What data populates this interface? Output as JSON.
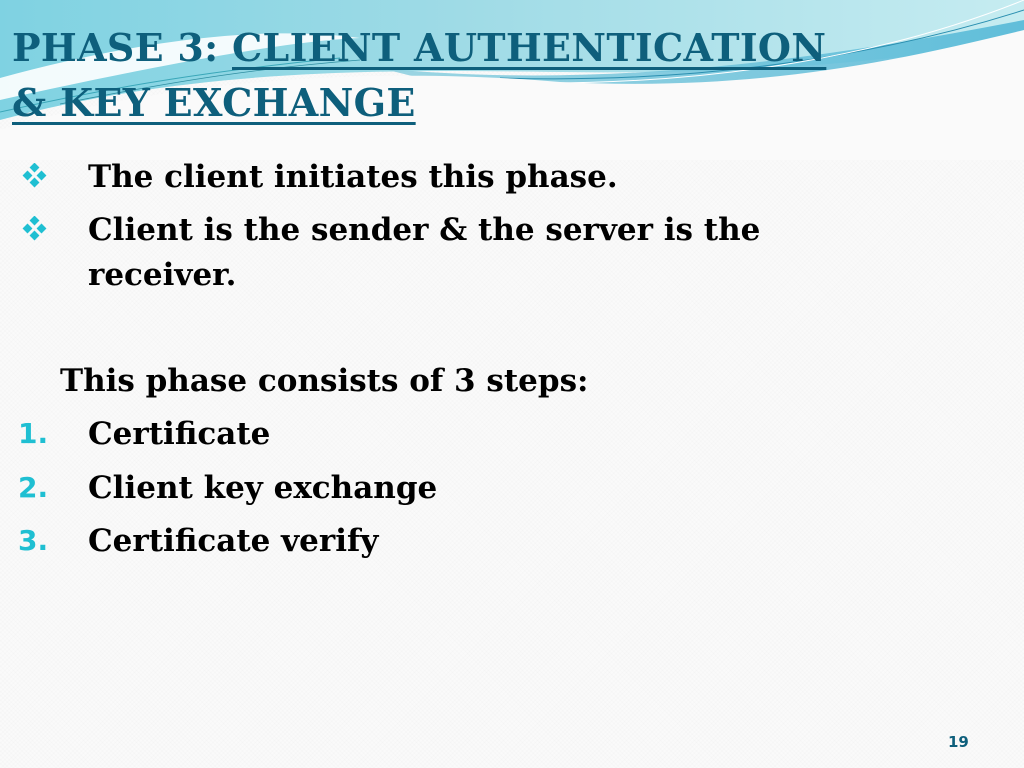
{
  "slide": {
    "title": {
      "prefix": "PHASE 3: ",
      "underlined_line1": "CLIENT AUTHENTICATION",
      "underlined_line2": "& KEY EXCHANGE"
    },
    "bullets": [
      {
        "icon": "diamond-cluster-bullet",
        "text": "The client initiates this phase."
      },
      {
        "icon": "diamond-cluster-bullet",
        "text_line1": "Client is the sender & the server is the",
        "text_line2": "receiver."
      }
    ],
    "steps_intro": "This phase consists of 3 steps:",
    "steps": [
      {
        "number": "1.",
        "label": "Certificate"
      },
      {
        "number": "2.",
        "label": "Client key exchange"
      },
      {
        "number": "3.",
        "label": "Certificate verify"
      }
    ],
    "page_number": "19"
  },
  "theme": {
    "title_color": "#0e5f7c",
    "accent_color": "#1fbfd2",
    "text_color": "#000000",
    "background": "#fafafa"
  }
}
